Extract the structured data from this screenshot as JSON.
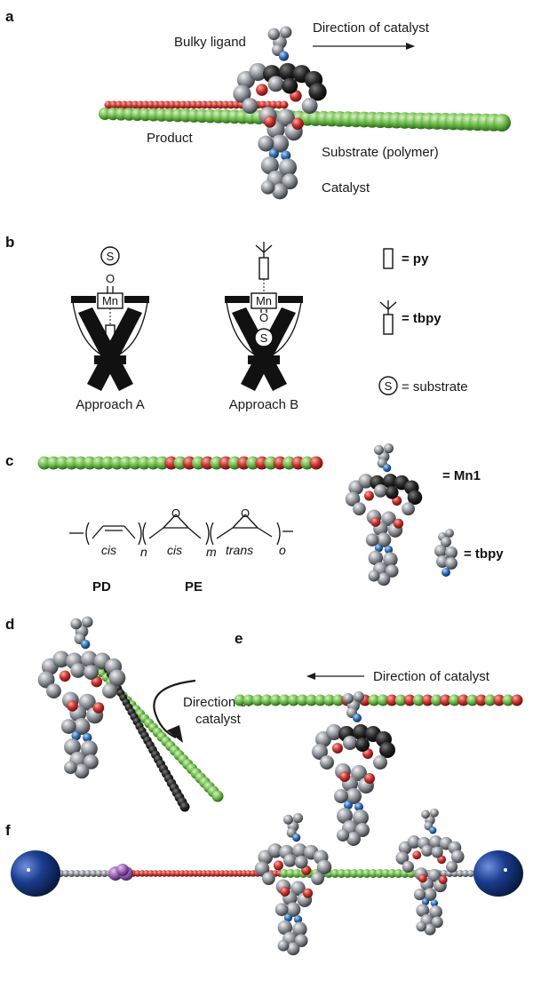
{
  "panels": {
    "a": "a",
    "b": "b",
    "c": "c",
    "d": "d",
    "e": "e",
    "f": "f"
  },
  "panel_a": {
    "bulky_ligand": "Bulky ligand",
    "direction": "Direction of catalyst",
    "product": "Product",
    "substrate": "Substrate (polymer)",
    "catalyst": "Catalyst"
  },
  "panel_b": {
    "approach_a": "Approach A",
    "approach_b": "Approach B",
    "mn": "Mn",
    "o": "O",
    "s": "S",
    "legend_py": "= py",
    "legend_tbpy": "= tbpy",
    "legend_substrate": "= substrate"
  },
  "panel_c": {
    "legend_mn1": "= Mn1",
    "legend_tbpy": "= tbpy",
    "o_label": "O",
    "cis_1": "cis",
    "n": "n",
    "cis_2": "cis",
    "m": "m",
    "trans": "trans",
    "o_sub": "o",
    "pd": "PD",
    "pe": "PE"
  },
  "panel_d": {
    "direction": "Direction of",
    "direction_2": "catalyst"
  },
  "panel_e": {
    "direction": "Direction of catalyst"
  },
  "colors": {
    "green": "#6dbb4a",
    "red": "#c9302c",
    "grey": "#8e9298",
    "dark": "#1c1c1c",
    "blue": "#2f6fb4",
    "navy": "#1b3d8f",
    "purple": "#9a63b5"
  }
}
